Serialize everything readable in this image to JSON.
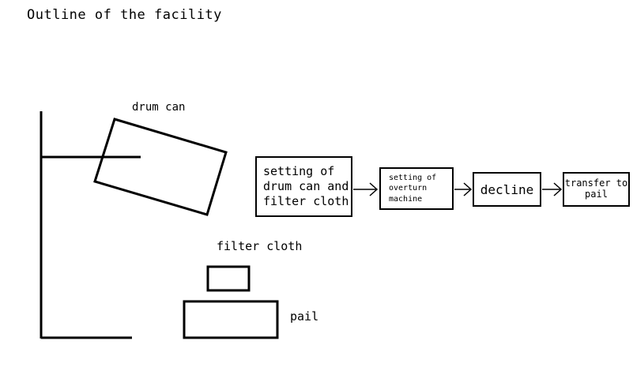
{
  "title": "Outline of the facility",
  "labels": {
    "drum_can": "drum can",
    "filter_cloth": "filter cloth",
    "pail": "pail"
  },
  "flow": {
    "steps": [
      "setting of\ndrum can and\nfilter cloth",
      "setting of\noverturn\nmachine",
      "decline",
      "transfer to\npail"
    ]
  }
}
